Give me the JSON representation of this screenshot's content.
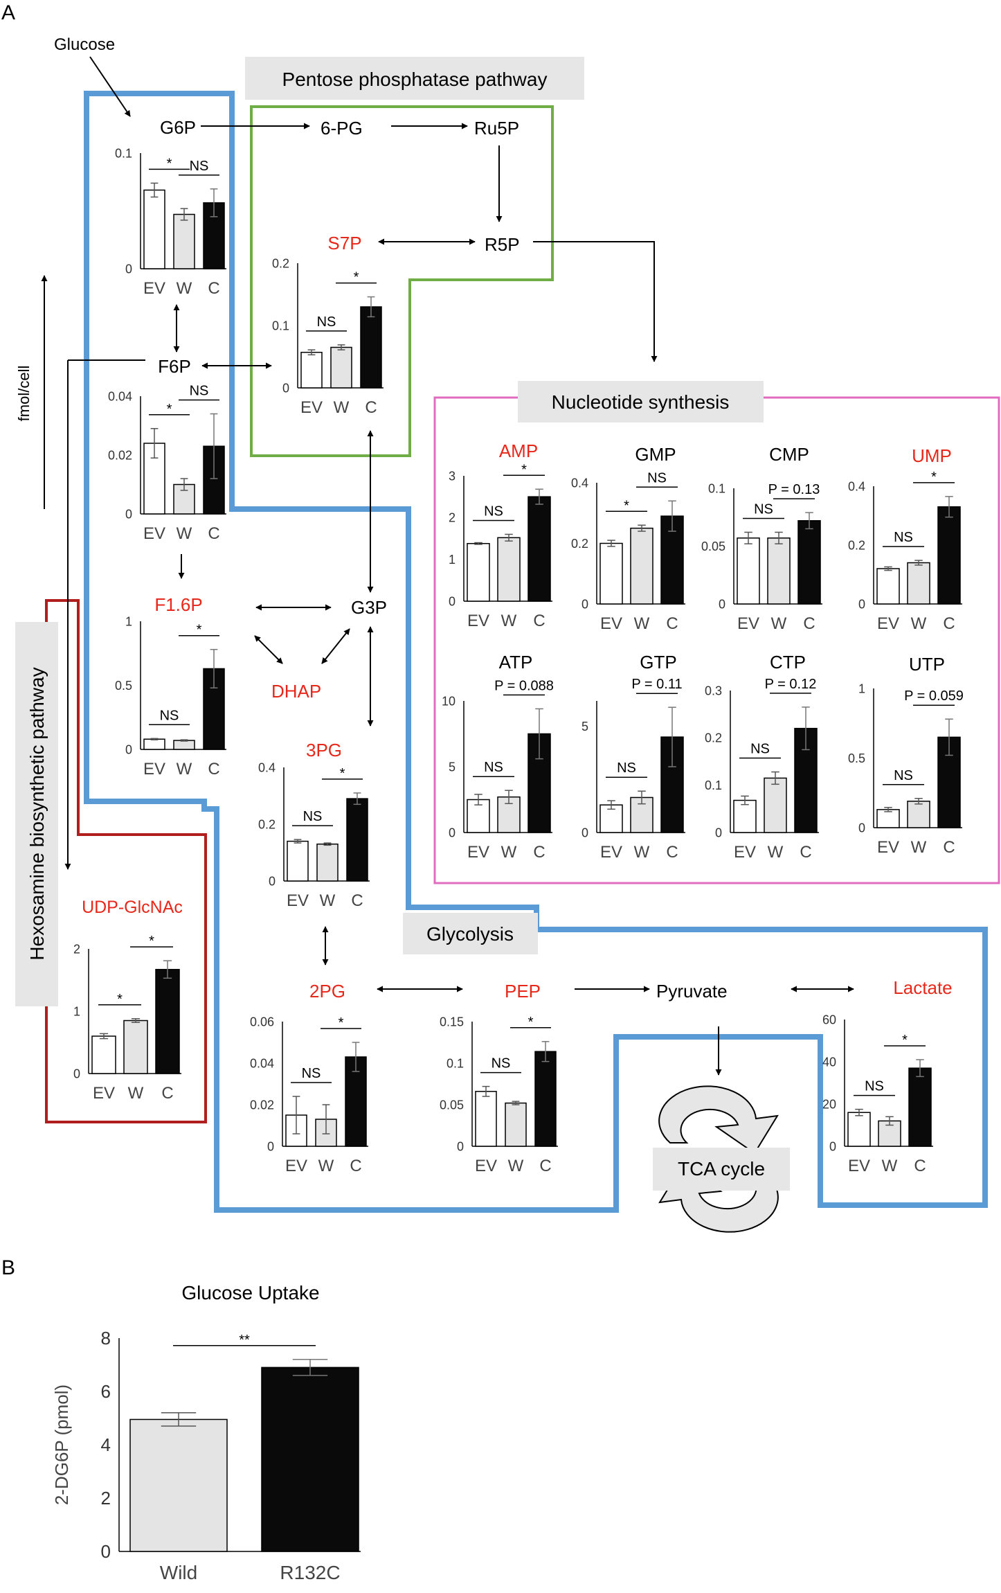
{
  "panel_labels": {
    "a": "A",
    "b": "B"
  },
  "pathway_labels": {
    "ppp": "Pentose phosphatase pathway",
    "nucleotide": "Nucleotide synthesis",
    "glycolysis": "Glycolysis",
    "hexosamine": "Hexosamine biosynthetic pathway",
    "tca": "TCA cycle"
  },
  "metabolite_labels": {
    "glucose": "Glucose",
    "pg6": "6-PG",
    "ru5p": "Ru5P",
    "r5p": "R5P",
    "g3p": "G3P",
    "dhap": "DHAP",
    "pyruvate": "Pyruvate"
  },
  "yaxis_unit": "fmol/cell",
  "colors": {
    "red": "#e8271b",
    "blue": "#5b9bd5",
    "green": "#70ad47",
    "magenta": "#e06cc0",
    "darkred": "#b01e1e",
    "boxgray": "#e6e6e6",
    "bar_ev": "#ffffff",
    "bar_w": "#e4e4e4",
    "bar_c": "#0a0a0a"
  },
  "chart_data": [
    {
      "type": "bar",
      "id": "g6p",
      "title": "G6P",
      "title_red": false,
      "categories": [
        "EV",
        "W",
        "C"
      ],
      "values": [
        0.068,
        0.047,
        0.057
      ],
      "errors": [
        0.006,
        0.005,
        0.012
      ],
      "yticks": [
        "0",
        "0.1"
      ],
      "ylim": [
        0,
        0.1
      ],
      "sig": [
        {
          "a": 0,
          "b": 1,
          "label": "*"
        },
        {
          "a": 1,
          "b": 2,
          "label": "NS"
        }
      ]
    },
    {
      "type": "bar",
      "id": "s7p",
      "title": "S7P",
      "title_red": true,
      "categories": [
        "EV",
        "W",
        "C"
      ],
      "values": [
        0.057,
        0.065,
        0.13
      ],
      "errors": [
        0.004,
        0.004,
        0.016
      ],
      "yticks": [
        "0",
        "0.1",
        "0.2"
      ],
      "ylim": [
        0,
        0.2
      ],
      "sig": [
        {
          "a": 0,
          "b": 1,
          "label": "NS"
        },
        {
          "a": 1,
          "b": 2,
          "label": "*"
        }
      ]
    },
    {
      "type": "bar",
      "id": "f6p",
      "title": "F6P",
      "title_red": false,
      "categories": [
        "EV",
        "W",
        "C"
      ],
      "values": [
        0.024,
        0.01,
        0.023
      ],
      "errors": [
        0.005,
        0.002,
        0.011
      ],
      "yticks": [
        "0",
        "0.02",
        "0.04"
      ],
      "ylim": [
        0,
        0.04
      ],
      "sig": [
        {
          "a": 0,
          "b": 1,
          "label": "*"
        },
        {
          "a": 1,
          "b": 2,
          "label": "NS"
        }
      ]
    },
    {
      "type": "bar",
      "id": "f16p",
      "title": "F1.6P",
      "title_red": true,
      "categories": [
        "EV",
        "W",
        "C"
      ],
      "values": [
        0.08,
        0.07,
        0.63
      ],
      "errors": [
        0.005,
        0.005,
        0.15
      ],
      "yticks": [
        "0",
        "0.5",
        "1"
      ],
      "ylim": [
        0,
        1
      ],
      "sig": [
        {
          "a": 0,
          "b": 1,
          "label": "NS"
        },
        {
          "a": 1,
          "b": 2,
          "label": "*"
        }
      ]
    },
    {
      "type": "bar",
      "id": "pg3",
      "title": "3PG",
      "title_red": true,
      "categories": [
        "EV",
        "W",
        "C"
      ],
      "values": [
        0.14,
        0.13,
        0.29
      ],
      "errors": [
        0.006,
        0.004,
        0.02
      ],
      "yticks": [
        "0",
        "0.2",
        "0.4"
      ],
      "ylim": [
        0,
        0.4
      ],
      "sig": [
        {
          "a": 0,
          "b": 1,
          "label": "NS"
        },
        {
          "a": 1,
          "b": 2,
          "label": "*"
        }
      ]
    },
    {
      "type": "bar",
      "id": "udp",
      "title": "UDP-GlcNAc",
      "title_red": true,
      "categories": [
        "EV",
        "W",
        "C"
      ],
      "values": [
        0.6,
        0.85,
        1.67
      ],
      "errors": [
        0.04,
        0.03,
        0.14
      ],
      "yticks": [
        "0",
        "1",
        "2"
      ],
      "ylim": [
        0,
        2
      ],
      "sig": [
        {
          "a": 0,
          "b": 1,
          "label": "*"
        },
        {
          "a": 1,
          "b": 2,
          "label": "*"
        }
      ]
    },
    {
      "type": "bar",
      "id": "pg2",
      "title": "2PG",
      "title_red": true,
      "categories": [
        "EV",
        "W",
        "C"
      ],
      "values": [
        0.015,
        0.013,
        0.043
      ],
      "errors": [
        0.009,
        0.007,
        0.007
      ],
      "yticks": [
        "0",
        "0.02",
        "0.04",
        "0.06"
      ],
      "ylim": [
        0,
        0.06
      ],
      "sig": [
        {
          "a": 0,
          "b": 1,
          "label": "NS"
        },
        {
          "a": 1,
          "b": 2,
          "label": "*"
        }
      ]
    },
    {
      "type": "bar",
      "id": "pep",
      "title": "PEP",
      "title_red": true,
      "categories": [
        "EV",
        "W",
        "C"
      ],
      "values": [
        0.066,
        0.052,
        0.114
      ],
      "errors": [
        0.006,
        0.002,
        0.012
      ],
      "yticks": [
        "0",
        "0.05",
        "0.1",
        "0.15"
      ],
      "ylim": [
        0,
        0.15
      ],
      "sig": [
        {
          "a": 0,
          "b": 1,
          "label": "NS"
        },
        {
          "a": 1,
          "b": 2,
          "label": "*"
        }
      ]
    },
    {
      "type": "bar",
      "id": "lactate",
      "title": "Lactate",
      "title_red": true,
      "categories": [
        "EV",
        "W",
        "C"
      ],
      "values": [
        16,
        12,
        37
      ],
      "errors": [
        1.5,
        2,
        4
      ],
      "yticks": [
        "0",
        "20",
        "40",
        "60"
      ],
      "ylim": [
        0,
        60
      ],
      "sig": [
        {
          "a": 0,
          "b": 1,
          "label": "NS"
        },
        {
          "a": 1,
          "b": 2,
          "label": "*"
        }
      ]
    },
    {
      "type": "bar",
      "id": "amp",
      "title": "AMP",
      "title_red": true,
      "categories": [
        "EV",
        "W",
        "C"
      ],
      "values": [
        1.38,
        1.52,
        2.5
      ],
      "errors": [
        0.02,
        0.08,
        0.18
      ],
      "yticks": [
        "0",
        "1",
        "2",
        "3"
      ],
      "ylim": [
        0,
        3
      ],
      "sig": [
        {
          "a": 0,
          "b": 1,
          "label": "NS"
        },
        {
          "a": 1,
          "b": 2,
          "label": "*"
        }
      ]
    },
    {
      "type": "bar",
      "id": "gmp",
      "title": "GMP",
      "title_red": false,
      "categories": [
        "EV",
        "W",
        "C"
      ],
      "values": [
        0.2,
        0.25,
        0.29
      ],
      "errors": [
        0.01,
        0.01,
        0.05
      ],
      "yticks": [
        "0",
        "0.2",
        "0.4"
      ],
      "ylim": [
        0,
        0.4
      ],
      "sig": [
        {
          "a": 0,
          "b": 1,
          "label": "*"
        },
        {
          "a": 1,
          "b": 2,
          "label": "NS"
        }
      ]
    },
    {
      "type": "bar",
      "id": "cmp",
      "title": "CMP",
      "title_red": false,
      "categories": [
        "EV",
        "W",
        "C"
      ],
      "values": [
        0.057,
        0.057,
        0.072
      ],
      "errors": [
        0.005,
        0.005,
        0.007
      ],
      "yticks": [
        "0",
        "0.05",
        "0.1"
      ],
      "ylim": [
        0,
        0.1
      ],
      "sig": [
        {
          "a": 0,
          "b": 1,
          "label": "NS"
        },
        {
          "a": 1,
          "b": 2,
          "label": "P = 0.13"
        }
      ]
    },
    {
      "type": "bar",
      "id": "ump",
      "title": "UMP",
      "title_red": true,
      "categories": [
        "EV",
        "W",
        "C"
      ],
      "values": [
        0.12,
        0.14,
        0.33
      ],
      "errors": [
        0.006,
        0.008,
        0.035
      ],
      "yticks": [
        "0",
        "0.2",
        "0.4"
      ],
      "ylim": [
        0,
        0.4
      ],
      "sig": [
        {
          "a": 0,
          "b": 1,
          "label": "NS"
        },
        {
          "a": 1,
          "b": 2,
          "label": "*"
        }
      ]
    },
    {
      "type": "bar",
      "id": "atp",
      "title": "ATP",
      "title_red": false,
      "categories": [
        "EV",
        "W",
        "C"
      ],
      "values": [
        2.5,
        2.7,
        7.5
      ],
      "errors": [
        0.4,
        0.5,
        1.9
      ],
      "yticks": [
        "0",
        "5",
        "10"
      ],
      "ylim": [
        0,
        10
      ],
      "sig": [
        {
          "a": 0,
          "b": 1,
          "label": "NS"
        },
        {
          "a": 1,
          "b": 2,
          "label": "P = 0.088"
        }
      ]
    },
    {
      "type": "bar",
      "id": "gtp",
      "title": "GTP",
      "title_red": false,
      "categories": [
        "EV",
        "W",
        "C"
      ],
      "values": [
        1.3,
        1.65,
        4.5
      ],
      "errors": [
        0.2,
        0.3,
        1.4
      ],
      "yticks": [
        "0",
        "5"
      ],
      "ylim": [
        0,
        6.2
      ],
      "sig": [
        {
          "a": 0,
          "b": 1,
          "label": "NS"
        },
        {
          "a": 1,
          "b": 2,
          "label": "P = 0.11"
        }
      ]
    },
    {
      "type": "bar",
      "id": "ctp",
      "title": "CTP",
      "title_red": false,
      "categories": [
        "EV",
        "W",
        "C"
      ],
      "values": [
        0.068,
        0.115,
        0.22
      ],
      "errors": [
        0.009,
        0.013,
        0.045
      ],
      "yticks": [
        "0",
        "0.1",
        "0.2",
        "0.3"
      ],
      "ylim": [
        0,
        0.3
      ],
      "sig": [
        {
          "a": 0,
          "b": 1,
          "label": "NS"
        },
        {
          "a": 1,
          "b": 2,
          "label": "P = 0.12"
        }
      ]
    },
    {
      "type": "bar",
      "id": "utp",
      "title": "UTP",
      "title_red": false,
      "categories": [
        "EV",
        "W",
        "C"
      ],
      "values": [
        0.13,
        0.19,
        0.65
      ],
      "errors": [
        0.015,
        0.02,
        0.13
      ],
      "yticks": [
        "0",
        "0.5",
        "1"
      ],
      "ylim": [
        0,
        1
      ],
      "sig": [
        {
          "a": 0,
          "b": 1,
          "label": "NS"
        },
        {
          "a": 1,
          "b": 2,
          "label": "P = 0.059"
        }
      ]
    },
    {
      "type": "bar",
      "id": "uptake",
      "title": "Glucose Uptake",
      "title_red": false,
      "ylabel": "2-DG6P (pmol)",
      "categories": [
        "Wild",
        "R132C"
      ],
      "values": [
        4.95,
        6.9
      ],
      "errors": [
        0.25,
        0.3
      ],
      "yticks": [
        "0",
        "2",
        "4",
        "6",
        "8"
      ],
      "ylim": [
        0,
        8
      ],
      "sig": [
        {
          "a": 0,
          "b": 1,
          "label": "**"
        }
      ]
    }
  ]
}
